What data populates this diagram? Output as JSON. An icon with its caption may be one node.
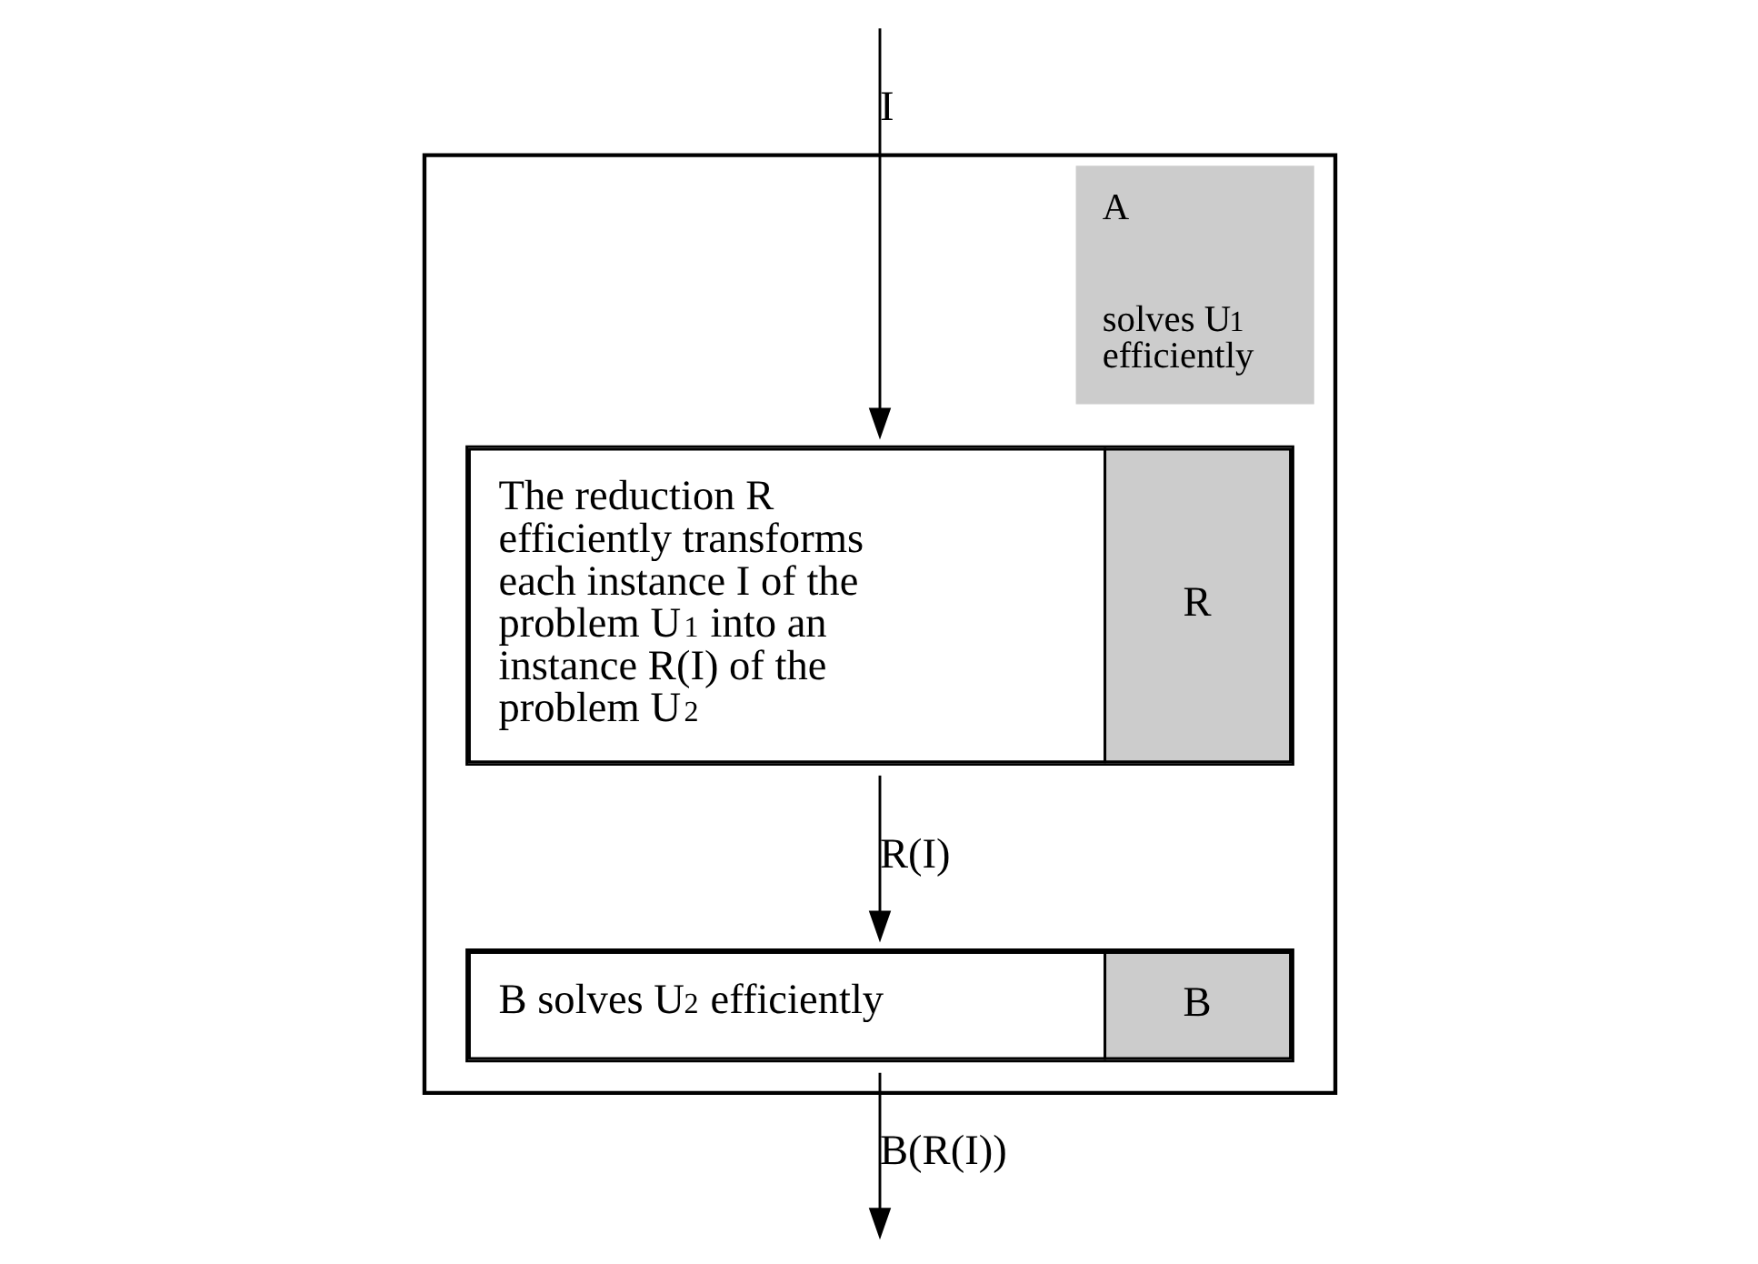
{
  "diagram": {
    "nodes": [
      {
        "text": [
          "A",
          "solves U$_{1}$ efficiently"
        ]
      },
      {
        "text": [
          "The reduction R efficiently transforms each instance I of the problem U$_{1}$ into an instance R(I) of the problem U$_{2}$",
          "R"
        ],
        "in": 0
      },
      {
        "text": [
          "B solves U$_{2}$ efficiently",
          "B"
        ],
        "in": 0
      }
    ],
    "edges": [
      {
        "from": null,
        "to": 1,
        "arrow": "to",
        "label": "I"
      },
      {
        "from": 1,
        "to": 2,
        "arrow": "to",
        "label": "R(I)"
      },
      {
        "from": 2,
        "to": null,
        "arrow": "to",
        "label": "B(R(I))"
      }
    ]
  }
}
